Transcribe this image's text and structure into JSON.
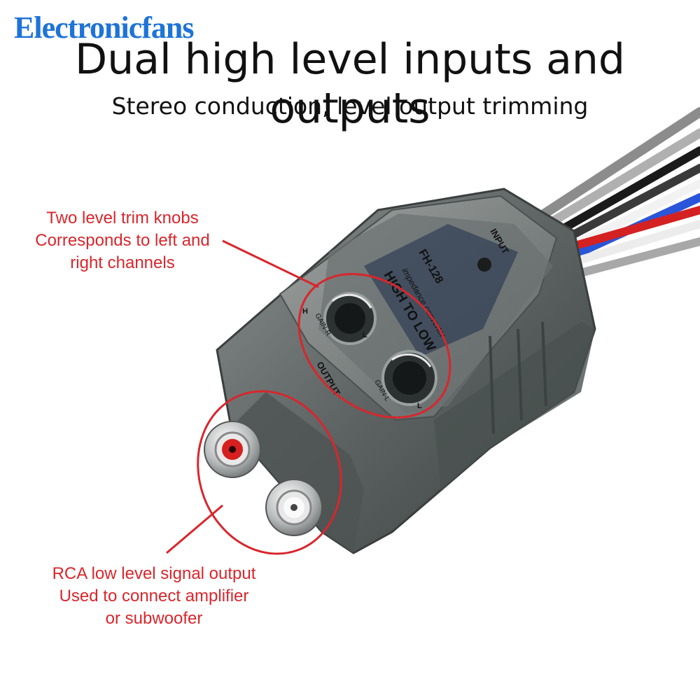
{
  "watermark": "Electronicfans",
  "headline": "Dual high level inputs and outputs",
  "subheadline": "Stereo conduction, level output trimming",
  "device": {
    "brand_text": "HIGH TO LOW",
    "type_text": "impedance converter",
    "model": "FH-128",
    "input_label": "INPUT",
    "output_label": "OUTPUT",
    "gain_r": "GAIN-R",
    "gain_l": "GAIN-L",
    "knob_low": "L",
    "knob_high": "H"
  },
  "callouts": {
    "knobs": [
      "Two level trim knobs",
      "Corresponds to left and",
      "right channels"
    ],
    "rca": [
      "RCA low level signal output",
      "Used to connect amplifier",
      "or subwoofer"
    ]
  },
  "colors": {
    "accent_red": "#d8262c",
    "watermark_blue": "#1e73d8"
  }
}
